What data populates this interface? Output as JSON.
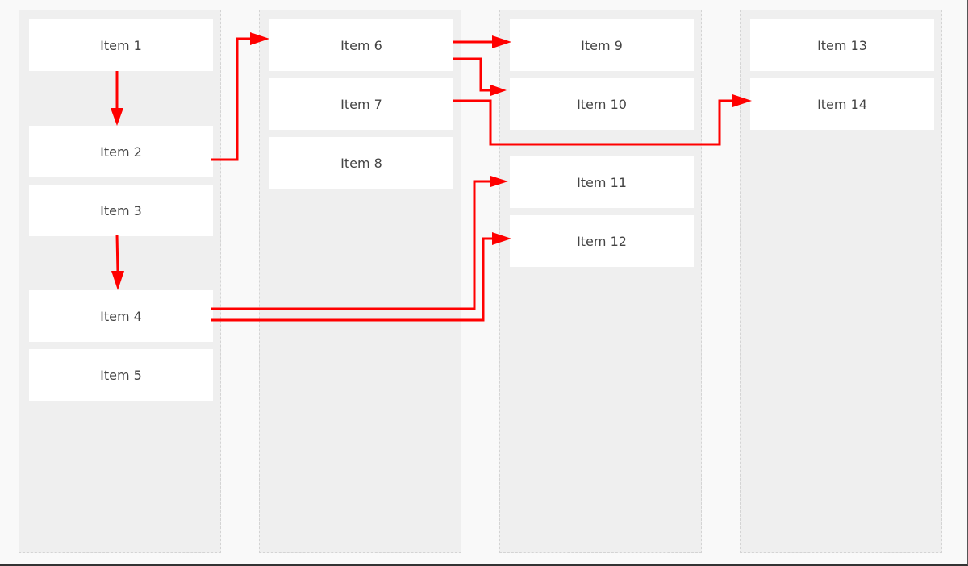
{
  "colors": {
    "page_background": "#f9f9f9",
    "column_background": "#efefef",
    "column_border": "#d4d4d4",
    "item_background": "#ffffff",
    "item_text": "#444444",
    "connector": "#ff0000"
  },
  "columns": [
    {
      "items": [
        "Item 1",
        "Item 2",
        "Item 3",
        "Item 4",
        "Item 5"
      ]
    },
    {
      "items": [
        "Item 6",
        "Item 7",
        "Item 8"
      ]
    },
    {
      "items": [
        "Item 9",
        "Item 10",
        "Item 11",
        "Item 12"
      ]
    },
    {
      "items": [
        "Item 13",
        "Item 14"
      ]
    }
  ],
  "connections": [
    {
      "from": "Item 1",
      "to": "Item 2"
    },
    {
      "from": "Item 3",
      "to": "Item 4"
    },
    {
      "from": "Item 2",
      "to": "Item 6"
    },
    {
      "from": "Item 6",
      "to": "Item 9"
    },
    {
      "from": "Item 6",
      "to": "Item 10"
    },
    {
      "from": "Item 7",
      "to": "Item 14"
    },
    {
      "from": "Item 4",
      "to": "Item 11"
    },
    {
      "from": "Item 4",
      "to": "Item 12"
    }
  ]
}
